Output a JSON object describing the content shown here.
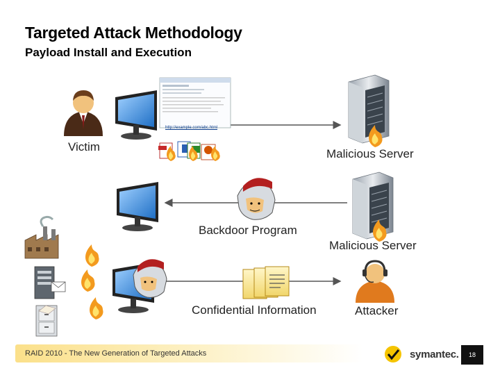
{
  "slide": {
    "title": "Targeted Attack Methodology",
    "subtitle": "Payload Install and Execution"
  },
  "labels": {
    "victim": "Victim",
    "malicious_server_1": "Malicious Server",
    "backdoor_program": "Backdoor Program",
    "malicious_server_2": "Malicious Server",
    "confidential_information": "Confidential Information",
    "attacker": "Attacker"
  },
  "email_link": "http://example.com/abc.html",
  "footer": {
    "text": "RAID 2010 - The New Generation of Targeted Attacks",
    "brand": "symantec.",
    "page_number": "18"
  },
  "colors": {
    "footer_gradient_start": "#fbe08a",
    "arrow": "#555555",
    "flame_outer": "#f39a1e",
    "flame_inner": "#ffe36b",
    "monitor_screen": "#1f6fc5"
  }
}
